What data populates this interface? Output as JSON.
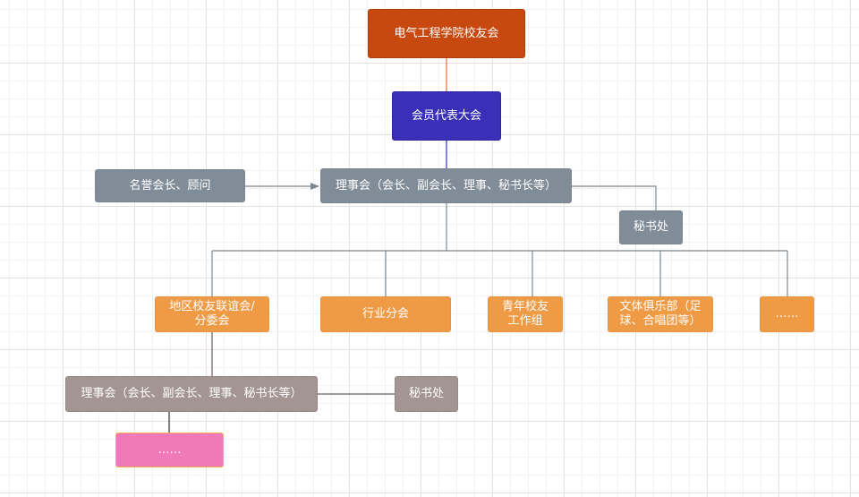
{
  "colors": {
    "root": "#c8490f",
    "assembly": "#3a30b8",
    "council": "#818c99",
    "branch": "#ef9a45",
    "sub_council": "#a39592",
    "more": "#ef79b9",
    "line_root": "#e06a3a",
    "line_assembly": "#3a30b8",
    "line_gray": "#7d8894",
    "line_brown": "#6b5c59"
  },
  "nodes": {
    "root": "电气工程学院校友会",
    "assembly": "会员代表大会",
    "honorary": "名誉会长、顾问",
    "council": "理事会（会长、副会长、理事、秘书长等）",
    "secretariat": "秘书处",
    "regional": "地区校友联谊会/分委会",
    "industry": "行业分会",
    "youth": "青年校友工作组",
    "culture": "文体俱乐部（足球、合唱团等）",
    "more_branches": "……",
    "sub_council": "理事会（会长、副会长、理事、秘书长等）",
    "sub_secretariat": "秘书处",
    "sub_more": "……"
  }
}
